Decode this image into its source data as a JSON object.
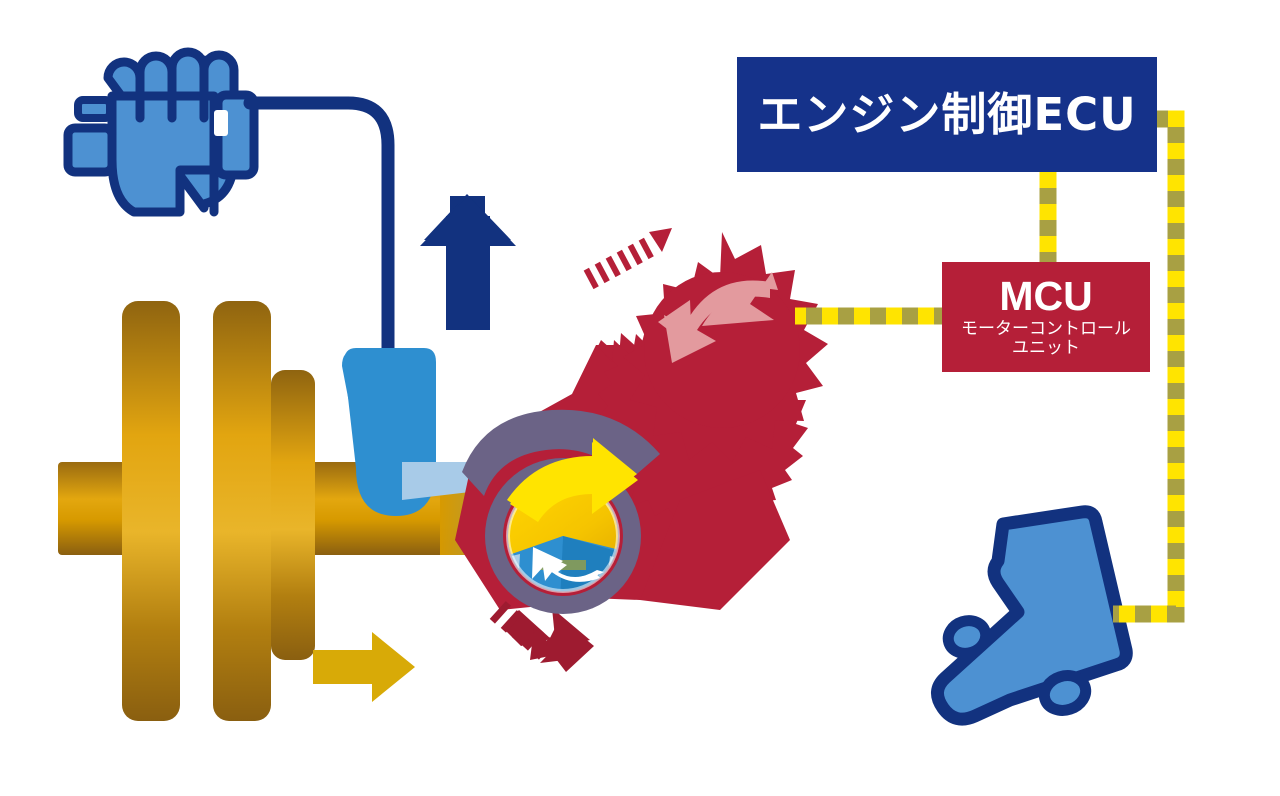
{
  "diagram": {
    "title_visible": false,
    "background": "#ffffff",
    "palette": {
      "navy": "#15328A",
      "navy_dark": "#12327F",
      "crimson": "#B51F38",
      "crimson_dark": "#9E1B30",
      "blue_light": "#2E8FD0",
      "blue_mid": "#4D91D2",
      "blue_pale": "#A8CBE8",
      "gold": "#D79A00",
      "gold_dark": "#9A6B10",
      "gold_light": "#E8B422",
      "yellow": "#FFE400",
      "yellow_arrow": "#D8AA07",
      "olive": "#A8A043",
      "purple_gray": "#6B6386",
      "pink": "#E39A9E",
      "white": "#ffffff"
    }
  },
  "ecu": {
    "label": "エンジン制御ECU",
    "bg": "#15328A",
    "text_color": "#ffffff"
  },
  "mcu": {
    "title": "MCU",
    "subtitle_line1": "モーターコントロール",
    "subtitle_line2": "ユニット",
    "bg": "#B51F38",
    "text_color": "#ffffff"
  },
  "components": [
    {
      "name": "hand-on-lever",
      "label": "hand gripping lever",
      "color": "#4D91D2",
      "outline": "#12327F"
    },
    {
      "name": "cable",
      "label": "control cable",
      "color": "#12327F"
    },
    {
      "name": "throttle-lever",
      "label": "throttle lever plate",
      "color": "#2E8FD0"
    },
    {
      "name": "crankshaft",
      "label": "crankshaft / pulley stack",
      "color": "#D79A00"
    },
    {
      "name": "throttle-body",
      "label": "red toothed throttle sector",
      "color": "#B51F38"
    },
    {
      "name": "motor-gear",
      "label": "motor drive sprocket",
      "color": "#B51F38"
    },
    {
      "name": "motor-hub",
      "label": "purple-gray motor housing ring",
      "color": "#6B6386"
    },
    {
      "name": "butterfly-valve",
      "label": "yellow butterfly valve disc",
      "color": "#F5C400"
    },
    {
      "name": "accelerator-pedal",
      "label": "accelerator pedal",
      "color": "#4D91D2",
      "outline": "#12327F"
    }
  ],
  "arrows": [
    {
      "name": "blue-up-arrow",
      "direction": "up",
      "color": "#12327F"
    },
    {
      "name": "gold-right-arrow",
      "direction": "right",
      "color": "#D8AA07"
    },
    {
      "name": "yellow-rotation-arrow",
      "direction": "clockwise",
      "color": "#FFE400"
    },
    {
      "name": "white-rotation-arrow",
      "direction": "counter-clockwise",
      "color": "#ffffff"
    },
    {
      "name": "pink-gear-rotation-arrow",
      "direction": "counter-clockwise",
      "color": "#E39A9E"
    },
    {
      "name": "striped-motion-arrow-upper",
      "direction": "up-left",
      "color": "#B51F38"
    },
    {
      "name": "striped-motion-arrow-lower",
      "direction": "down-right",
      "color": "#9E1B30"
    }
  ],
  "signal_lines": [
    {
      "name": "ecu-to-mcu",
      "style": "dashed",
      "colors": [
        "#FFE400",
        "#A8A043"
      ],
      "from": "ecu",
      "to": "mcu"
    },
    {
      "name": "mcu-to-motor-gear",
      "style": "dashed",
      "colors": [
        "#FFE400",
        "#A8A043"
      ],
      "from": "mcu",
      "to": "motor-gear"
    },
    {
      "name": "pedal-to-ecu",
      "style": "dashed",
      "colors": [
        "#FFE400",
        "#A8A043"
      ],
      "from": "accelerator-pedal",
      "to": "ecu"
    }
  ]
}
